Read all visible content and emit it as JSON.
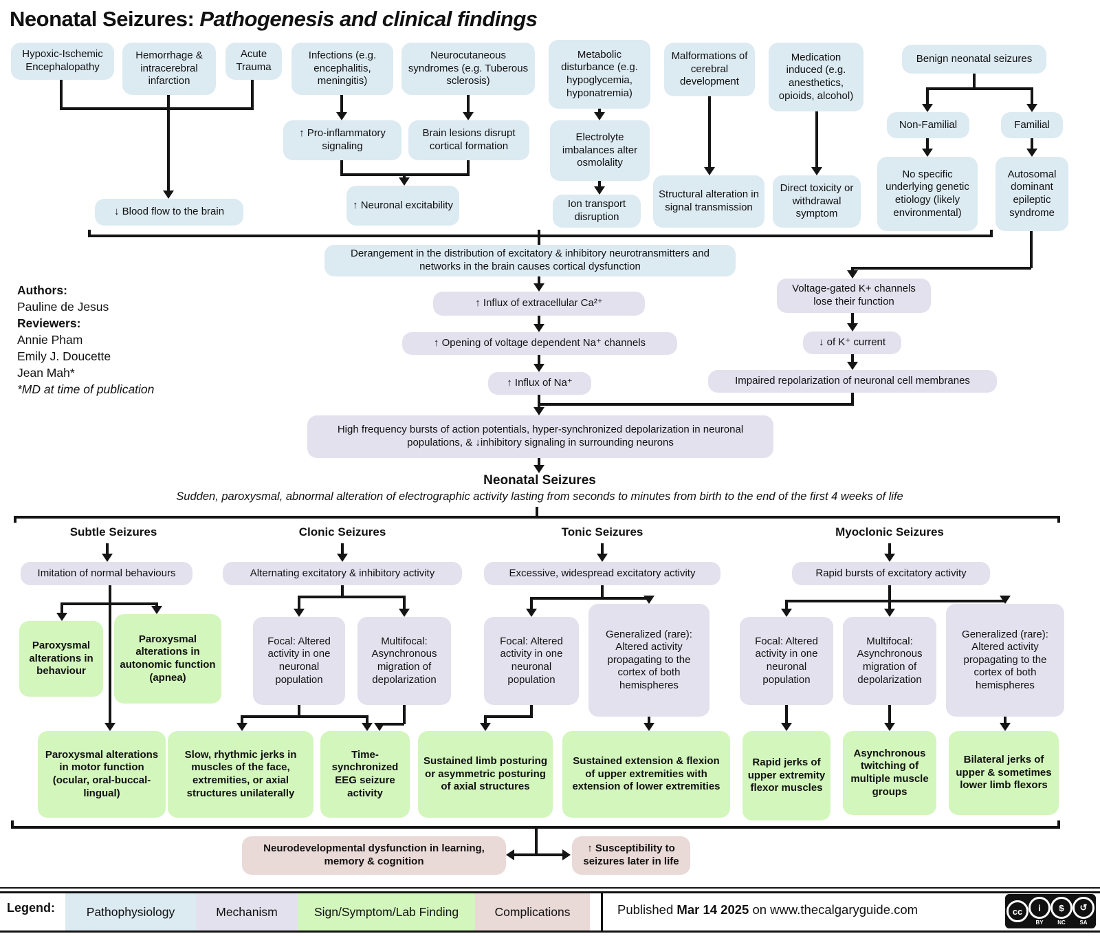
{
  "title": {
    "main": "Neonatal Seizures:",
    "italic": "Pathogenesis and clinical findings"
  },
  "credits": {
    "authors_label": "Authors:",
    "authors": [
      "Pauline de Jesus"
    ],
    "reviewers_label": "Reviewers:",
    "reviewers": [
      "Annie Pham",
      "Emily J. Doucette",
      "Jean Mah*"
    ],
    "note": "*MD at time of publication"
  },
  "nodes": {
    "hie": "Hypoxic-Ischemic Encephalopathy",
    "hemorrhage": "Hemorrhage & intracerebral infarction",
    "trauma": "Acute Trauma",
    "infections": "Infections (e.g. encephalitis, meningitis)",
    "neurocutaneous": "Neurocutaneous syndromes (e.g. Tuberous sclerosis)",
    "metabolic": "Metabolic disturbance (e.g. hypoglycemia, hyponatremia)",
    "malformations": "Malformations of cerebral development",
    "medication": "Medication induced (e.g. anesthetics, opioids, alcohol)",
    "benign": "Benign neonatal seizures",
    "proinflammatory": "↑ Pro-inflammatory signaling",
    "brainlesions": "Brain lesions disrupt cortical formation",
    "electrolyte": "Electrolyte imbalances alter osmolality",
    "nonfamilial": "Non-Familial",
    "familial": "Familial",
    "bloodflow": "↓ Blood flow to the brain",
    "neuronal": "↑ Neuronal excitability",
    "iontransport": "Ion transport disruption",
    "structural": "Structural alteration in signal transmission",
    "directtoxicity": "Direct toxicity or withdrawal symptom",
    "nospecific": "No specific underlying genetic etiology (likely environmental)",
    "autosomal": "Autosomal dominant epileptic syndrome",
    "derangement": "Derangement in the distribution of excitatory & inhibitory neurotransmitters and networks in the brain causes cortical dysfunction",
    "voltagegated": "Voltage-gated K+ channels lose their function",
    "ca_influx": "↑ Influx of extracellular Ca²⁺",
    "na_opening": "↑ Opening of voltage dependent Na⁺ channels",
    "k_current": "↓ of K⁺ current",
    "na_influx": "↑ Influx of Na⁺",
    "impaired": "Impaired repolarization of neuronal cell membranes",
    "highfreq": "High frequency bursts of action potentials, hyper-synchronized depolarization in neuronal populations, & ↓inhibitory signaling in surrounding neurons",
    "imitation": "Imitation of normal behaviours",
    "alternating": "Alternating excitatory & inhibitory activity",
    "excessive": "Excessive, widespread excitatory activity",
    "rapidbursts": "Rapid bursts of excitatory activity",
    "parox_behaviour": "Paroxysmal alterations in behaviour",
    "parox_autonomic": "Paroxysmal alterations in autonomic function (apnea)",
    "clonic_focal": "Focal: Altered activity in one neuronal population",
    "clonic_multifocal": "Multifocal: Asynchronous migration of depolarization",
    "tonic_focal": "Focal: Altered activity in one neuronal population",
    "tonic_generalized": "Generalized (rare): Altered activity propagating to the cortex of both hemispheres",
    "myo_focal": "Focal: Altered activity in one neuronal population",
    "myo_multifocal": "Multifocal: Asynchronous migration of depolarization",
    "myo_generalized": "Generalized (rare): Altered activity propagating to the cortex of both hemispheres",
    "parox_motor": "Paroxysmal alterations in motor function (ocular, oral-buccal-lingual)",
    "slow_jerks": "Slow, rhythmic jerks in muscles of the face, extremities, or axial structures unilaterally",
    "timesync": "Time-synchronized EEG seizure activity",
    "sustained_limb": "Sustained limb posturing or asymmetric posturing of axial structures",
    "sustained_ext": "Sustained extension & flexion of upper extremities with extension of lower extremities",
    "rapid_jerks": "Rapid jerks of upper extremity flexor muscles",
    "async_twitch": "Asynchronous twitching of multiple muscle groups",
    "bilateral": "Bilateral jerks of upper & sometimes lower limb flexors",
    "neurodev": "Neurodevelopmental dysfunction in learning, memory & cognition",
    "susceptibility": "↑ Susceptibility to seizures later in life"
  },
  "headers": {
    "subtle": "Subtle Seizures",
    "clonic": "Clonic Seizures",
    "tonic": "Tonic Seizures",
    "myoclonic": "Myoclonic Seizures"
  },
  "center": {
    "title": "Neonatal Seizures",
    "definition": "Sudden, paroxysmal, abnormal alteration of electrographic activity lasting from seconds to minutes from birth to the end of the first 4 weeks of life"
  },
  "legend": {
    "label": "Legend:",
    "items": [
      {
        "label": "Pathophysiology",
        "color": "#dceaf2"
      },
      {
        "label": "Mechanism",
        "color": "#e4e1ee"
      },
      {
        "label": "Sign/Symptom/Lab Finding",
        "color": "#d3f6bc"
      },
      {
        "label": "Complications",
        "color": "#e9d9d7"
      }
    ],
    "published_prefix": "Published",
    "published_date": "Mar 14 2025",
    "published_suffix": "on www.thecalgaryguide.com",
    "cc_badge": {
      "cc": "cc",
      "by_glyph": "i",
      "nc_glyph": "$",
      "sa_glyph": "↺",
      "by": "BY",
      "nc": "NC",
      "sa": "SA"
    }
  },
  "colors": {
    "pathophysiology": "#dceaf2",
    "mechanism": "#e4e1ee",
    "sign_symptom": "#d3f6bc",
    "complication": "#e9d9d7",
    "line": "#151515"
  }
}
